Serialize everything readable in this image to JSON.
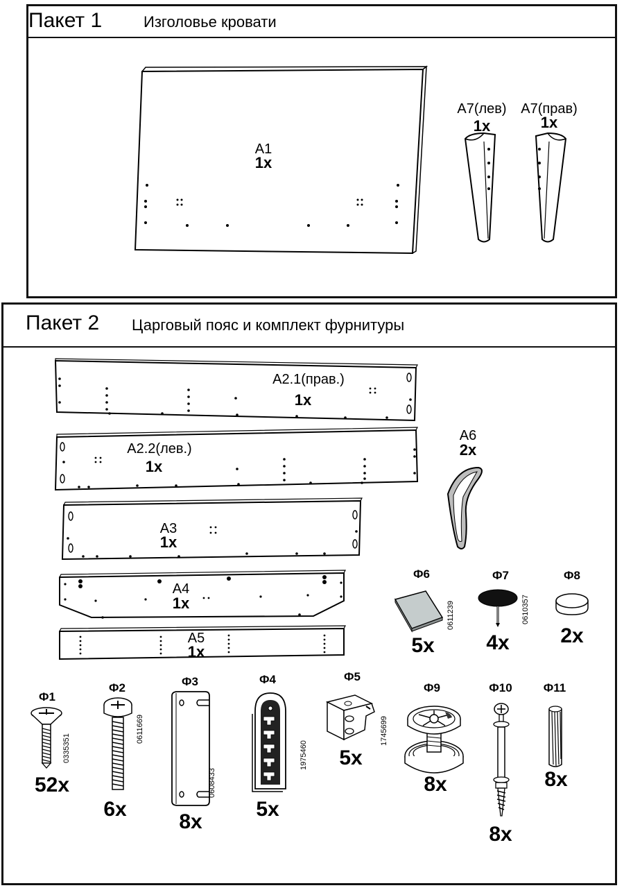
{
  "package1": {
    "number": "Пакет 1",
    "title": "Изголовье кровати",
    "parts": [
      {
        "label": "A1",
        "qty": "1x"
      },
      {
        "label": "A7(лев)",
        "qty": "1x"
      },
      {
        "label": "A7(прав)",
        "qty": "1x"
      }
    ]
  },
  "package2": {
    "number": "Пакет 2",
    "title": "Царговый пояс и комплект фурнитуры",
    "panels": [
      {
        "label": "A2.1(прав.)",
        "qty": "1x"
      },
      {
        "label": "A2.2(лев.)",
        "qty": "1x"
      },
      {
        "label": "A3",
        "qty": "1x"
      },
      {
        "label": "A4",
        "qty": "1x"
      },
      {
        "label": "A5",
        "qty": "1x"
      },
      {
        "label": "A6",
        "qty": "2x"
      }
    ],
    "hardware": [
      {
        "code": "Ф1",
        "article": "0335351",
        "qty": "52x"
      },
      {
        "code": "Ф2",
        "article": "0611669",
        "qty": "6x"
      },
      {
        "code": "Ф3",
        "article": "0608433",
        "qty": "8x"
      },
      {
        "code": "Ф4",
        "article": "1975460",
        "qty": "5x"
      },
      {
        "code": "Ф5",
        "article": "1745699",
        "qty": "5x"
      },
      {
        "code": "Ф6",
        "article": "0611239",
        "qty": "5x"
      },
      {
        "code": "Ф7",
        "article": "0610357",
        "qty": "4x"
      },
      {
        "code": "Ф8",
        "article": "",
        "qty": "2x"
      },
      {
        "code": "Ф9",
        "article": "",
        "qty": "8x"
      },
      {
        "code": "Ф10",
        "article": "",
        "qty": "8x"
      },
      {
        "code": "Ф11",
        "article": "",
        "qty": "8x"
      }
    ]
  }
}
